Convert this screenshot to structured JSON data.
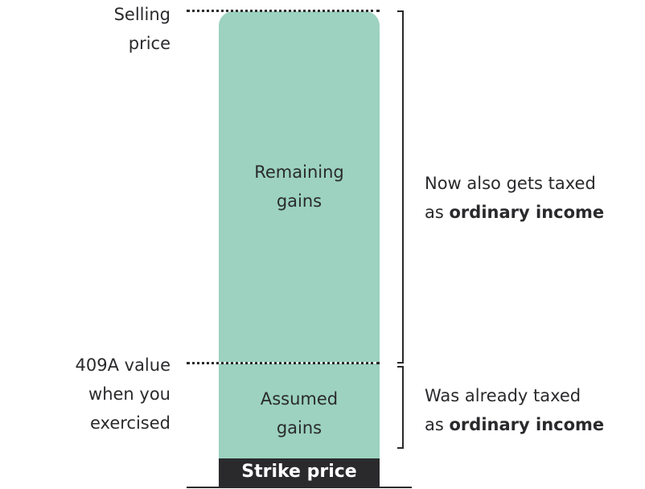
{
  "labels": {
    "selling_price": [
      "Selling",
      "price"
    ],
    "value_409a": [
      "409A value",
      "when you",
      "exercised"
    ]
  },
  "segments": {
    "remaining_gains": [
      "Remaining",
      "gains"
    ],
    "assumed_gains": [
      "Assumed",
      "gains"
    ],
    "strike_price": "Strike price"
  },
  "annotations": {
    "upper": {
      "line1": "Now also gets taxed",
      "prefix": "as ",
      "emphasis": "ordinary income"
    },
    "lower": {
      "line1": "Was already taxed",
      "prefix": "as ",
      "emphasis": "ordinary income"
    }
  },
  "colors": {
    "gains_fill": "#9cd2bf",
    "strike_fill": "#2a2a2d",
    "text": "#2a2a2d"
  }
}
